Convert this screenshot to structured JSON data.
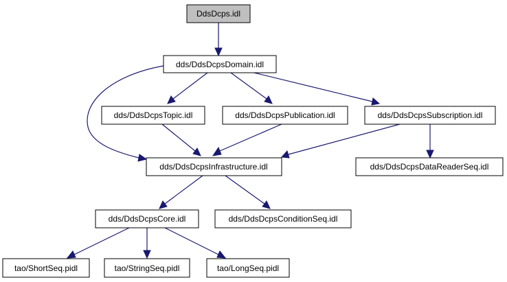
{
  "colors": {
    "edge": "#191970",
    "node_border": "#000000",
    "node_fill": "#ffffff",
    "root_fill": "#bfbfbf"
  },
  "nodes": {
    "root": "DdsDcps.idl",
    "domain": "dds/DdsDcpsDomain.idl",
    "topic": "dds/DdsDcpsTopic.idl",
    "publication": "dds/DdsDcpsPublication.idl",
    "subscription": "dds/DdsDcpsSubscription.idl",
    "infrastructure": "dds/DdsDcpsInfrastructure.idl",
    "datareaderseq": "dds/DdsDcpsDataReaderSeq.idl",
    "core": "dds/DdsDcpsCore.idl",
    "conditionseq": "dds/DdsDcpsConditionSeq.idl",
    "shortseq": "tao/ShortSeq.pidl",
    "stringseq": "tao/StringSeq.pidl",
    "longseq": "tao/LongSeq.pidl"
  },
  "edges": [
    {
      "from": "root",
      "to": "domain"
    },
    {
      "from": "domain",
      "to": "topic"
    },
    {
      "from": "domain",
      "to": "publication"
    },
    {
      "from": "domain",
      "to": "subscription"
    },
    {
      "from": "domain",
      "to": "infrastructure"
    },
    {
      "from": "topic",
      "to": "infrastructure"
    },
    {
      "from": "publication",
      "to": "infrastructure"
    },
    {
      "from": "subscription",
      "to": "infrastructure"
    },
    {
      "from": "subscription",
      "to": "datareaderseq"
    },
    {
      "from": "infrastructure",
      "to": "core"
    },
    {
      "from": "infrastructure",
      "to": "conditionseq"
    },
    {
      "from": "core",
      "to": "shortseq"
    },
    {
      "from": "core",
      "to": "stringseq"
    },
    {
      "from": "core",
      "to": "longseq"
    }
  ]
}
